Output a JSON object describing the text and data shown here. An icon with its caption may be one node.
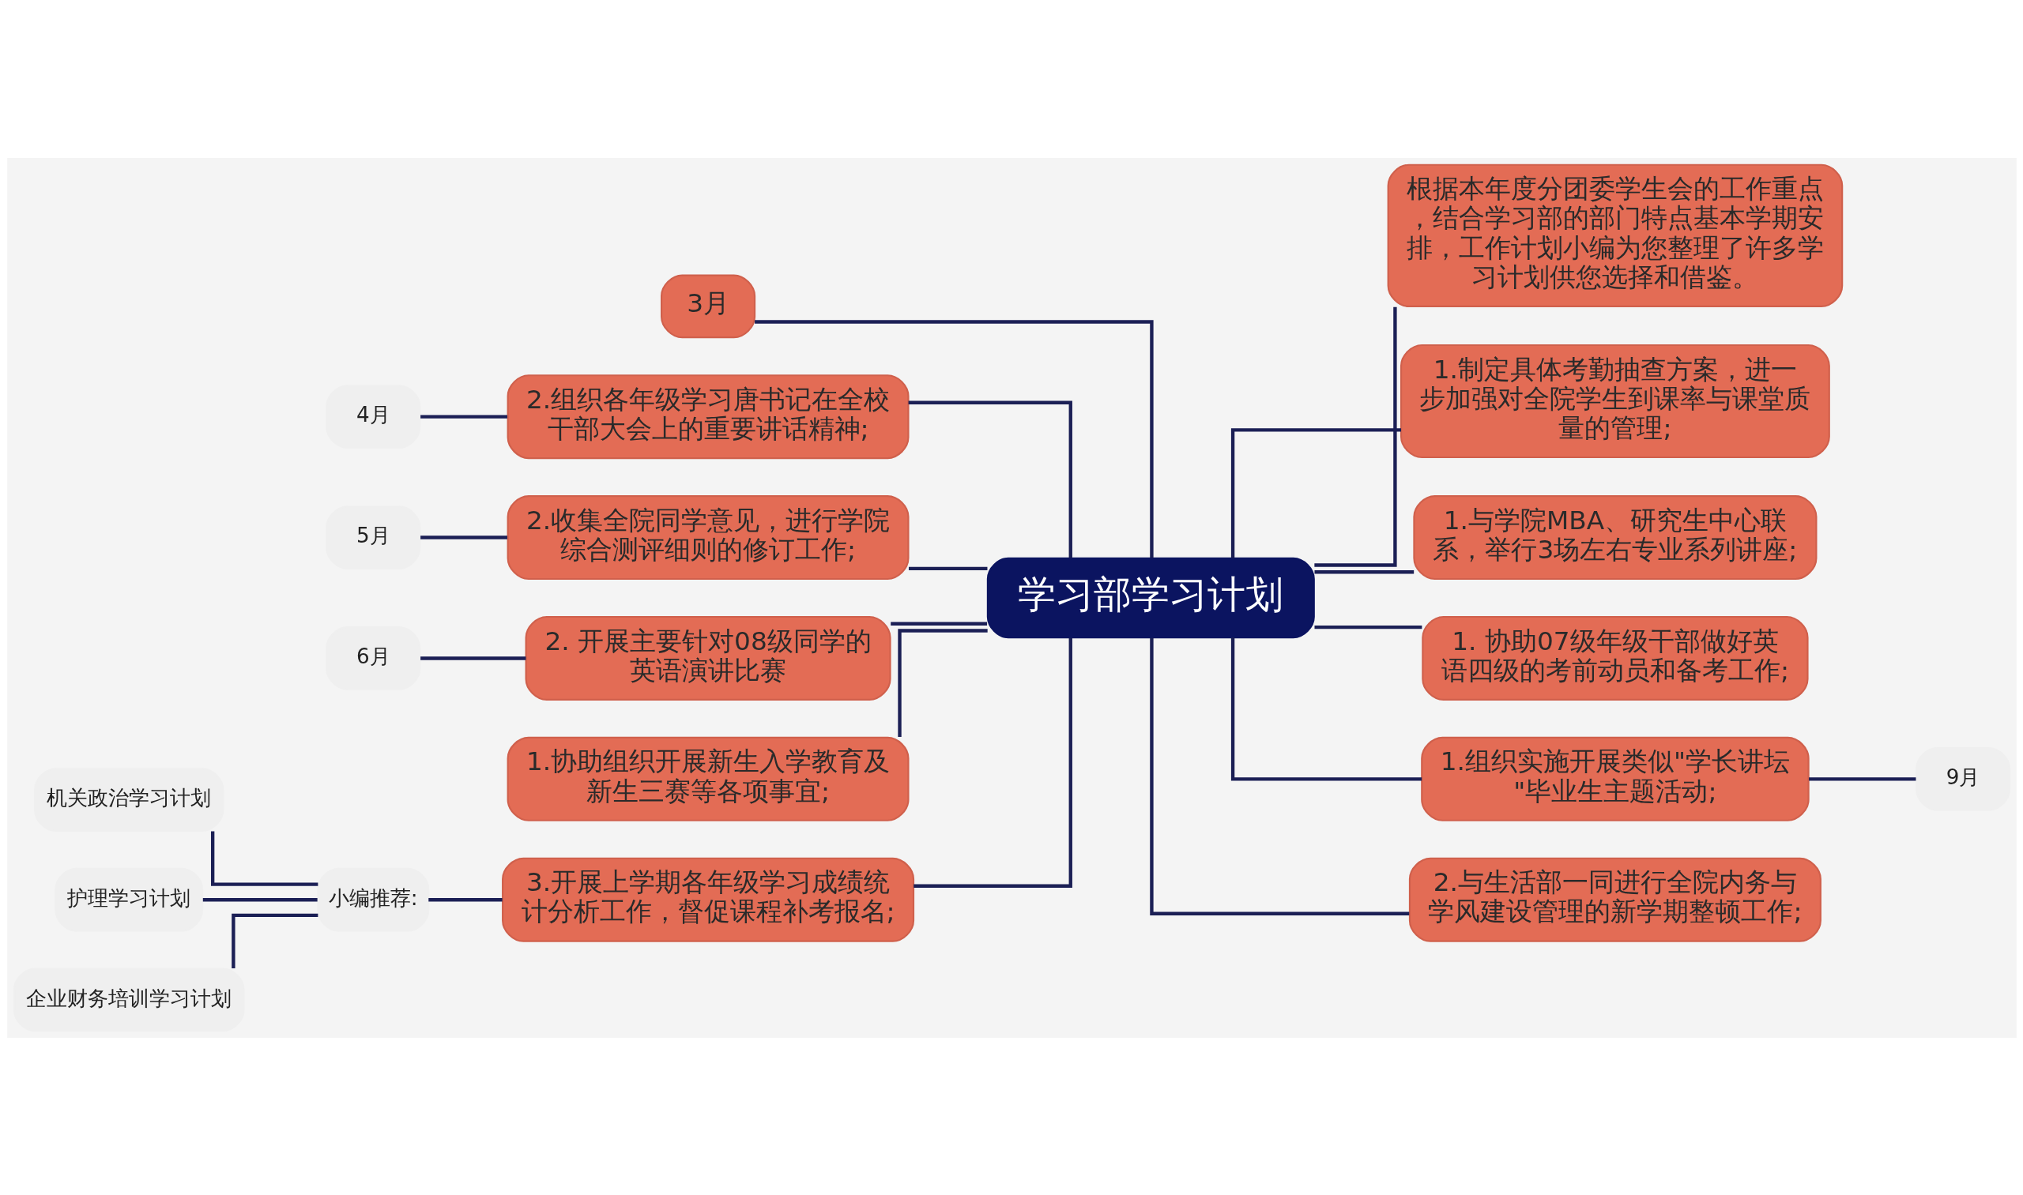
{
  "diagram": {
    "nodes": [
      {
        "text": [
          "学习部学习计划"
        ]
      },
      {
        "text": [
          "3月"
        ]
      },
      {
        "text": [
          "2.组织各年级学习唐书记在全校干部大会上的重要讲话精神;"
        ]
      },
      {
        "text": [
          "4月"
        ]
      },
      {
        "text": [
          "2.收集全院同学意见，进行学院综合测评细则的修订工作;"
        ]
      },
      {
        "text": [
          "5月"
        ]
      },
      {
        "text": [
          "2. 开展主要针对08级同学的英语演讲比赛"
        ]
      },
      {
        "text": [
          "6月"
        ]
      },
      {
        "text": [
          "1.协助组织开展新生入学教育及新生三赛等各项事宜;"
        ]
      },
      {
        "text": [
          "3.开展上学期各年级学习成绩统计分析工作，督促课程补考报名;"
        ]
      },
      {
        "text": [
          "小编推荐:"
        ]
      },
      {
        "text": [
          "机关政治学习计划"
        ]
      },
      {
        "text": [
          "护理学习计划"
        ]
      },
      {
        "text": [
          "企业财务培训学习计划"
        ]
      },
      {
        "text": [
          "根据本年度分团委学生会的工作重点，结合学习部的部门特点基本学期安排，工作计划小编为您整理了许多学习计划供您选择和借鉴。"
        ]
      },
      {
        "text": [
          "1.制定具体考勤抽查方案，进一步加强对全院学生到课率与课堂质量的管理;"
        ]
      },
      {
        "text": [
          "1.与学院MBA、研究生中心联系，举行3场左右专业系列讲座;"
        ]
      },
      {
        "text": [
          "1. 协助07级年级干部做好英语四级的考前动员和备考工作;"
        ]
      },
      {
        "text": [
          "1.组织实施开展类似\"学长讲坛\"毕业生主题活动;"
        ]
      },
      {
        "text": [
          "9月"
        ]
      },
      {
        "text": [
          "2.与生活部一同进行全院内务与学风建设管理的新学期整顿工作;"
        ]
      }
    ],
    "edges": [
      {
        "from": 0,
        "to": 1,
        "arrow": "none"
      },
      {
        "from": 0,
        "to": 2,
        "arrow": "none"
      },
      {
        "from": 2,
        "to": 3,
        "arrow": "none"
      },
      {
        "from": 0,
        "to": 4,
        "arrow": "none"
      },
      {
        "from": 4,
        "to": 5,
        "arrow": "none"
      },
      {
        "from": 0,
        "to": 6,
        "arrow": "none"
      },
      {
        "from": 6,
        "to": 7,
        "arrow": "none"
      },
      {
        "from": 0,
        "to": 8,
        "arrow": "none"
      },
      {
        "from": 0,
        "to": 9,
        "arrow": "none"
      },
      {
        "from": 9,
        "to": 10,
        "arrow": "none"
      },
      {
        "from": 10,
        "to": 11,
        "arrow": "none"
      },
      {
        "from": 10,
        "to": 12,
        "arrow": "none"
      },
      {
        "from": 10,
        "to": 13,
        "arrow": "none"
      },
      {
        "from": 0,
        "to": 14,
        "arrow": "none"
      },
      {
        "from": 0,
        "to": 15,
        "arrow": "none"
      },
      {
        "from": 0,
        "to": 16,
        "arrow": "none"
      },
      {
        "from": 0,
        "to": 17,
        "arrow": "none"
      },
      {
        "from": 0,
        "to": 18,
        "arrow": "none"
      },
      {
        "from": 18,
        "to": 19,
        "arrow": "none"
      },
      {
        "from": 0,
        "to": 20,
        "arrow": "none"
      }
    ]
  }
}
